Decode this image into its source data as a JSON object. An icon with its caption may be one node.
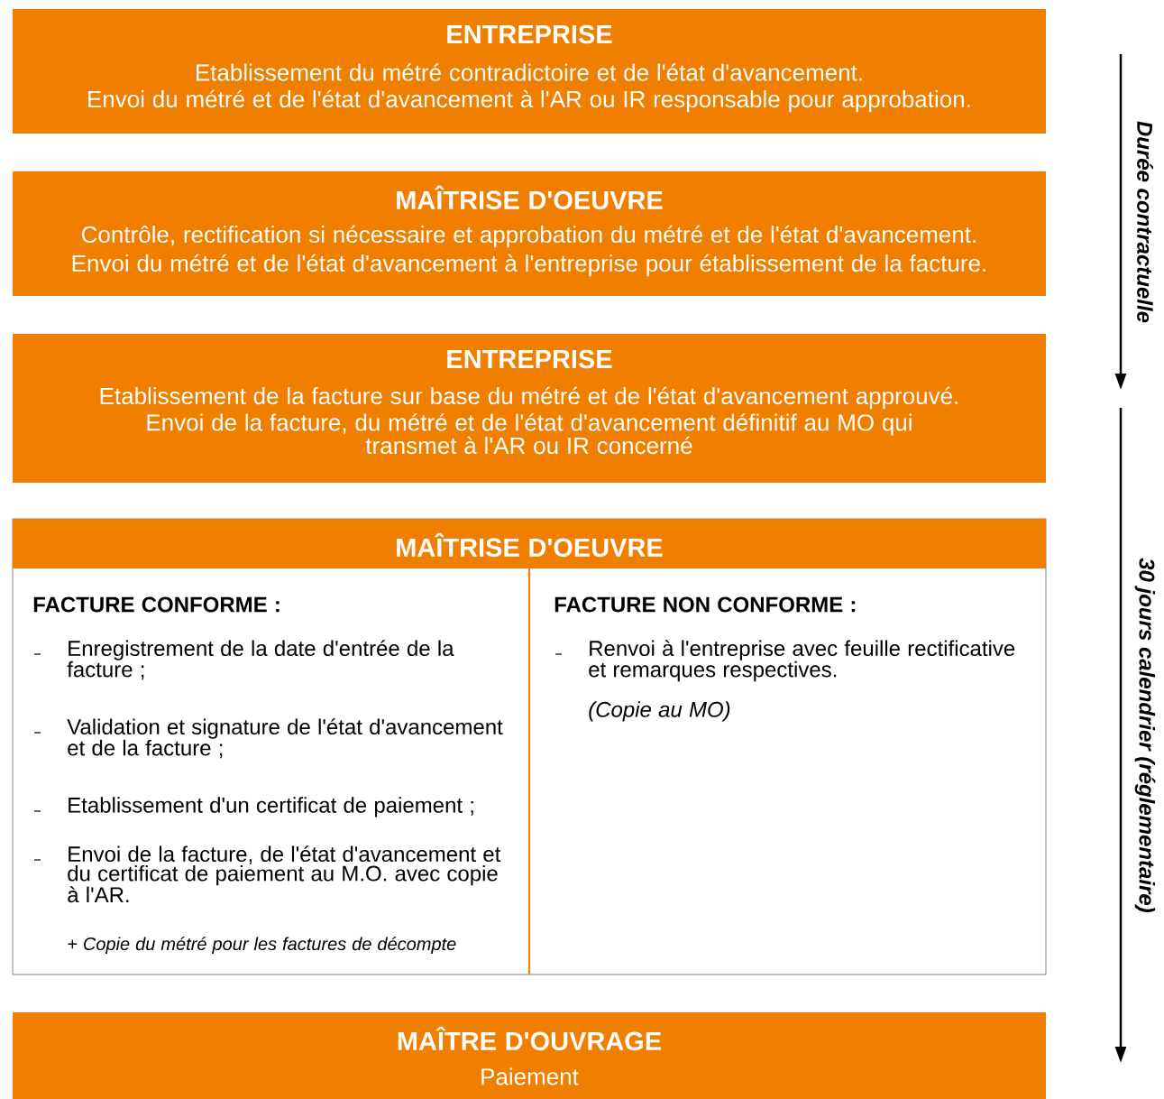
{
  "diagram": {
    "nodes": [
      {
        "text": [
          "ENTREPRISE",
          "Etablissement du métré contradictoire et de l'état d'avancement.",
          "Envoi du métré et de l'état d'avancement à l'AR ou IR responsable pour approbation."
        ]
      },
      {
        "text": [
          "MAÎTRISE D'OEUVRE",
          "Contrôle, rectification si nécessaire et approbation du métré et de l'état d'avancement.",
          "Envoi du métré et de l'état d'avancement à l'entreprise pour établissement de la facture."
        ]
      },
      {
        "text": [
          "ENTREPRISE",
          "Etablissement de la facture sur base du métré et de l'état d'avancement approuvé.",
          "Envoi de la facture, du métré et de l'état d'avancement définitif au MO qui transmet à l'AR ou IR concerné"
        ]
      },
      {
        "text": [
          "MAÎTRISE D'OEUVRE"
        ]
      },
      {
        "text": [
          "FACTURE CONFORME :",
          "Enregistrement de la date d'entrée de la facture ;",
          "Validation et signature de l'état d'avancement et de la facture ;",
          "Etablissement d'un certificat de paiement ;",
          "Envoi de la facture, de l'état d'avancement et du certificat de paiement au M.O. avec copie à l'AR.",
          "+ Copie du métré pour les factures de décompte"
        ],
        "in": 3
      },
      {
        "text": [
          "FACTURE NON CONFORME :",
          "Renvoi à l'entreprise avec feuille rectificative et remarques respectives.",
          "(Copie au MO)"
        ],
        "in": 3
      },
      {
        "text": [
          "MAÎTRE D'OUVRAGE",
          "Paiement"
        ]
      }
    ],
    "labels": [
      "Durée contractuelle",
      "30 jours calendrier (réglementaire)"
    ]
  }
}
